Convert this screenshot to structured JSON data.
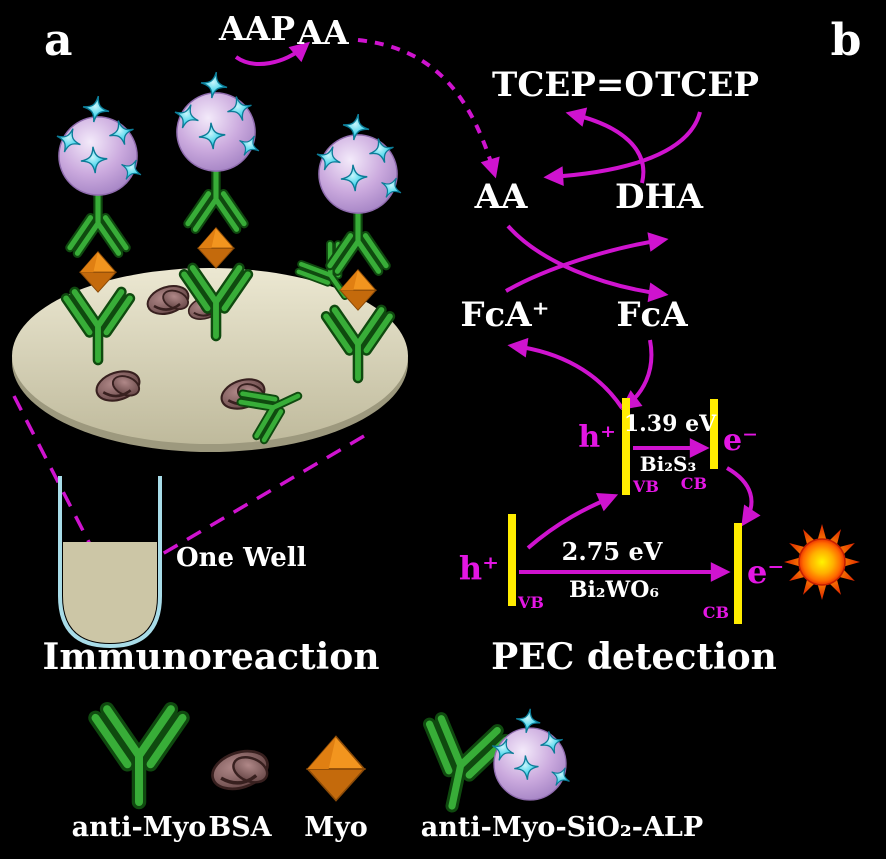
{
  "panels": {
    "a": "a",
    "b": "b"
  },
  "reaction_top": {
    "aap": "AAP",
    "aa": "AA"
  },
  "redox_cycle": {
    "tcep_o": "TCEP=O",
    "tcep": "TCEP",
    "aa": "AA",
    "dha": "DHA",
    "fca_ox": "FcA⁺",
    "fca": "FcA"
  },
  "semiconductors": {
    "bi2s3": {
      "hole": "h⁺",
      "electron": "e⁻",
      "band_gap": "1.39 eV",
      "name": "Bi₂S₃",
      "vb": "VB",
      "cb": "CB"
    },
    "bi2wo6": {
      "hole": "h⁺",
      "electron": "e⁻",
      "band_gap": "2.75 eV",
      "name": "Bi₂WO₆",
      "vb": "VB",
      "cb": "CB"
    }
  },
  "well": {
    "label": "One Well"
  },
  "sections": {
    "immunoreaction": "Immunoreaction",
    "pec": "PEC detection"
  },
  "legend": {
    "anti_myo": "anti-Myo",
    "bsa": "BSA",
    "myo": "Myo",
    "conjugate": "anti-Myo-SiO₂-ALP"
  },
  "colors": {
    "background": "#000000",
    "arrow_magenta": "#cf13cf",
    "carrier_magenta": "#e316e3",
    "band_bar_yellow": "#ffec00",
    "text_white": "#ffffff",
    "antibody_green": "#38ad38",
    "myo_orange": "#e8821a",
    "sphere_lavender": "#c9aade",
    "star_cyan": "#35d2ea",
    "bsa_mauve": "#8a6363",
    "disc_beige": "#d6d2b4",
    "well_cyan": "#a8dce8"
  }
}
